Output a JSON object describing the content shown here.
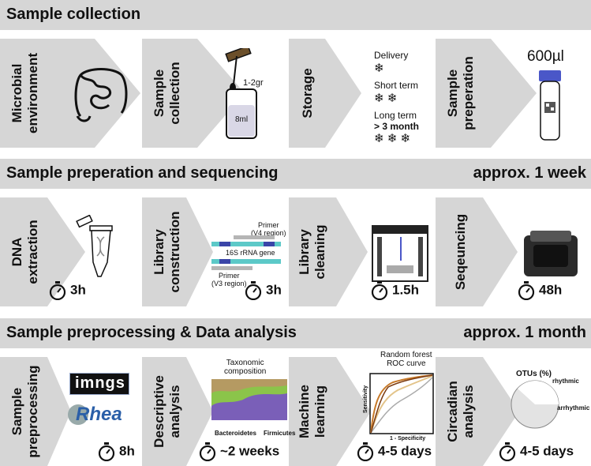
{
  "sections": [
    {
      "title": "Sample collection",
      "duration": ""
    },
    {
      "title": "Sample preperation and sequencing",
      "duration": "approx. 1 week"
    },
    {
      "title": "Sample preprocessing & Data analysis",
      "duration": "approx. 1 month"
    }
  ],
  "row1": {
    "steps": [
      "Microbial\nenvironment",
      "Sample\ncollection",
      "Storage",
      "Sample\npreperation"
    ],
    "amount": "1-2gr",
    "tube_volume": "8ml",
    "storage": {
      "delivery": "Delivery",
      "short": "Short term",
      "long": "Long term",
      "long_detail": "> 3 month"
    },
    "volume": "600µl"
  },
  "row2": {
    "steps": [
      "DNA\nextraction",
      "Library\nconstruction",
      "Library\ncleaning",
      "Seqeuncing"
    ],
    "times": [
      "3h",
      "3h",
      "1.5h",
      "48h"
    ],
    "primer_v4": "Primer\n(V4 region)",
    "gene": "16S rRNA gene",
    "primer_v3": "Primer\n(V3 region)"
  },
  "row3": {
    "steps": [
      "Sample\npreprocessing",
      "Descriptive\nanalysis",
      "Machine\nlearning",
      "Circadian\nanalysis"
    ],
    "times": [
      "8h",
      "~2 weeks",
      "4-5 days",
      "4-5 days"
    ],
    "logo1": "imngs",
    "logo2": "Rhea",
    "taxo_title": "Taxonomic\ncomposition",
    "bacteroidetes": "Bacteroidetes",
    "firmicutes": "Firmicutes",
    "roc_title": "Random forest\nROC curve",
    "roc_y": "Sensitivity",
    "roc_x": "1 - Specificity",
    "otu_title": "OTUs (%)",
    "rhythmic": "rhythmic",
    "arrhythmic": "arrhythmic"
  }
}
